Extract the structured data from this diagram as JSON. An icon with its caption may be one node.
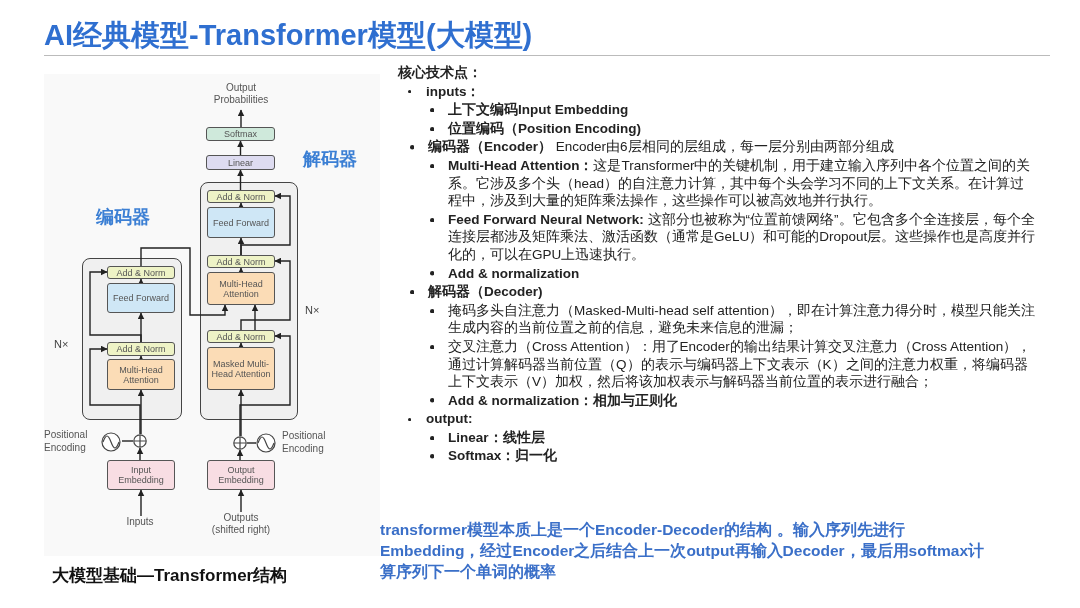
{
  "diagram": {
    "title": "AI经典模型-Transformer模型(大模型)",
    "caption": "大模型基础—Transformer结构",
    "nodes": [
      {
        "text": [
          "编码器"
        ],
        "beside": [
          "N×"
        ]
      },
      {
        "text": [
          "Add & Norm"
        ],
        "in": 0
      },
      {
        "text": [
          "Feed Forward"
        ],
        "in": 0
      },
      {
        "text": [
          "Add & Norm"
        ],
        "in": 0
      },
      {
        "text": [
          "Multi-Head Attention"
        ],
        "in": 0
      },
      {
        "text": [
          "Positional Encoding"
        ]
      },
      {
        "text": [],
        "shape": "circle"
      },
      {
        "text": [
          "Input Embedding"
        ]
      },
      {
        "text": [
          "Inputs"
        ]
      },
      {
        "text": [
          "解码器"
        ],
        "beside": [
          "N×"
        ]
      },
      {
        "text": [
          "Add & Norm"
        ],
        "in": 9
      },
      {
        "text": [
          "Feed Forward"
        ],
        "in": 9
      },
      {
        "text": [
          "Add & Norm"
        ],
        "in": 9
      },
      {
        "text": [
          "Multi-Head Attention"
        ],
        "in": 9
      },
      {
        "text": [
          "Add & Norm"
        ],
        "in": 9
      },
      {
        "text": [
          "Masked Multi-Head Attention"
        ],
        "in": 9
      },
      {
        "text": [],
        "shape": "circle"
      },
      {
        "text": [
          "Positional Encoding"
        ]
      },
      {
        "text": [
          "Output Embedding"
        ]
      },
      {
        "text": [
          "Outputs (shifted right)"
        ]
      },
      {
        "text": [
          "Linear"
        ]
      },
      {
        "text": [
          "Softmax"
        ]
      },
      {
        "text": [
          "Output Probabilities"
        ]
      }
    ],
    "edges": [
      {
        "from": 8,
        "to": 7,
        "arrow": "to"
      },
      {
        "from": 7,
        "to": 6,
        "arrow": "to"
      },
      {
        "from": 5,
        "to": 6,
        "arrow": "none"
      },
      {
        "from": 6,
        "to": 4,
        "arrow": "to"
      },
      {
        "from": 6,
        "to": 3,
        "arrow": "to"
      },
      {
        "from": 4,
        "to": 3,
        "arrow": "to"
      },
      {
        "from": 3,
        "to": 2,
        "arrow": "to"
      },
      {
        "from": 3,
        "to": 1,
        "arrow": "to"
      },
      {
        "from": 2,
        "to": 1,
        "arrow": "to"
      },
      {
        "from": 1,
        "to": 13,
        "arrow": "to"
      },
      {
        "from": 19,
        "to": 18,
        "arrow": "to"
      },
      {
        "from": 18,
        "to": 16,
        "arrow": "to"
      },
      {
        "from": 17,
        "to": 16,
        "arrow": "none"
      },
      {
        "from": 16,
        "to": 15,
        "arrow": "to"
      },
      {
        "from": 16,
        "to": 14,
        "arrow": "to"
      },
      {
        "from": 15,
        "to": 14,
        "arrow": "to"
      },
      {
        "from": 14,
        "to": 13,
        "arrow": "to"
      },
      {
        "from": 14,
        "to": 12,
        "arrow": "to"
      },
      {
        "from": 13,
        "to": 12,
        "arrow": "to"
      },
      {
        "from": 12,
        "to": 11,
        "arrow": "to"
      },
      {
        "from": 12,
        "to": 10,
        "arrow": "to"
      },
      {
        "from": 11,
        "to": 10,
        "arrow": "to"
      },
      {
        "from": 10,
        "to": 20,
        "arrow": "to"
      },
      {
        "from": 20,
        "to": 21,
        "arrow": "to"
      },
      {
        "from": 21,
        "to": 22,
        "arrow": "to"
      }
    ],
    "labels": [
      "核心技术点：",
      "inputs：",
      "上下文编码Input Embedding",
      "位置编码（Position Encoding)",
      "**编码器（Encoder）** Encoder由6层相同的层组成，每一层分别由两部分组成",
      "**Multi-Head Attention：**这是Transformer中的关键机制，用于建立输入序列中各个位置之间的关系。它涉及多个头（head）的自注意力计算，其中每个头会学习不同的上下文关系。在计算过程中，涉及到大量的矩阵乘法操作，这些操作可以被高效地并行执行。",
      "**Feed Forward Neural Network:** 这部分也被称为“位置前馈网络”。它包含多个全连接层，每个全连接层都涉及矩阵乘法、激活函数（通常是GeLU）和可能的Dropout层。这些操作也是高度并行化的，可以在GPU上迅速执行。",
      "Add & normalization",
      "解码器（Decoder)",
      "掩码多头自注意力（Masked-Multi-head self attention），即在计算注意力得分时，模型只能关注生成内容的当前位置之前的信息，避免未来信息的泄漏；",
      "交叉注意力（Cross Attention）：用了Encoder的输出结果计算交叉注意力（Cross Attention），通过计算解码器当前位置（Q）的表示与编码器上下文表示（K）之间的注意力权重，将编码器上下文表示（V）加权，然后将该加权表示与解码器当前位置的表示进行融合；",
      "Add & normalization：相加与正则化",
      "output:",
      "Linear：线性层",
      "Softmax：归一化",
      "transformer模型本质上是一个Encoder-Decoder的结构 。输入序列先进行Embedding，经过Encoder之后结合上一次output再输入Decoder，最后用softmax计算序列下一个单词的概率"
    ]
  }
}
